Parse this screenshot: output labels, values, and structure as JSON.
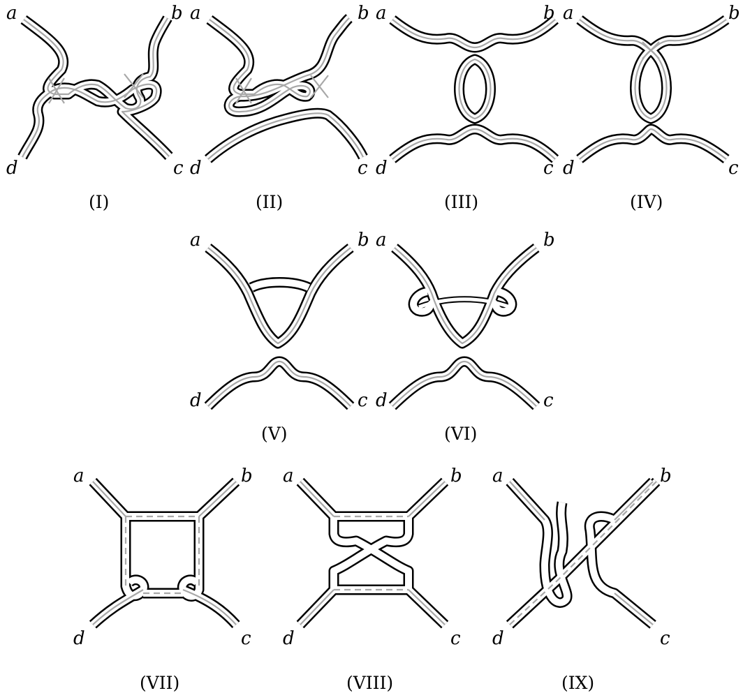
{
  "panels": [
    {
      "id": "I",
      "caption": "(I)",
      "a": "a",
      "b": "b",
      "c": "c",
      "d": "d"
    },
    {
      "id": "II",
      "caption": "(II)",
      "a": "a",
      "b": "b",
      "c": "c",
      "d": "d"
    },
    {
      "id": "III",
      "caption": "(III)",
      "a": "a",
      "b": "b",
      "c": "c",
      "d": "d"
    },
    {
      "id": "IV",
      "caption": "(IV)",
      "a": "a",
      "b": "b",
      "c": "c",
      "d": "d"
    },
    {
      "id": "V",
      "caption": "(V)",
      "a": "a",
      "b": "b",
      "c": "c",
      "d": "d"
    },
    {
      "id": "VI",
      "caption": "(VI)",
      "a": "a",
      "b": "b",
      "c": "c",
      "d": "d"
    },
    {
      "id": "VII",
      "caption": "(VII)",
      "a": "a",
      "b": "b",
      "c": "c",
      "d": "d"
    },
    {
      "id": "VIII",
      "caption": "(VIII)",
      "a": "a",
      "b": "b",
      "c": "c",
      "d": "d"
    },
    {
      "id": "IX",
      "caption": "(IX)",
      "a": "a",
      "b": "b",
      "c": "c",
      "d": "d"
    }
  ]
}
